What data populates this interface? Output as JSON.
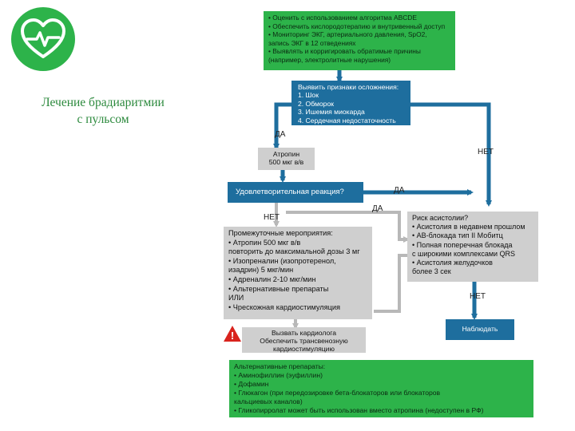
{
  "slide": {
    "title": "Лечение брадиаритмии\nс пульсом"
  },
  "flowchart": {
    "assess": "• Оценить с использованием алгоритма ABCDE\n• Обеспечить кислородотерапию и внутривенный доступ\n• Мониторинг ЭКГ, артериального давления, SpO2,\n  запись ЭКГ в 12 отведениях\n• Выявлять и корригировать обратимые причины\n  (например, электролитные нарушения)",
    "adverse": "Выявить признаки осложнения:\n1. Шок\n2. Обморок\n3. Ишемия миокарда\n4. Сердечная недостаточность",
    "atropine": "Атропин\n500 мкг в/в",
    "satisfactory": "Удовлетворительная реакция?",
    "interim": "Промежуточные мероприятия:\n• Атропин 500 мкг в/в\nповторить до максимальной дозы 3 мг\n• Изопреналин (изопротеренол,\nизадрин) 5 мкг/мин\n• Адреналин 2-10 мкг/мин\n• Альтернативные препараты\n                  ИЛИ\n• Чрескожная кардиостимуляция",
    "asystole_risk": "Риск асистолии?\n• Асистолия в недавнем прошлом\n• АВ-блокада тип II Мобитц\n• Полная поперечная блокада\n  с широкими комплексами QRS\n• Асистолия желудочков\n  более 3 сек",
    "expert": "Вызвать кардиолога\nОбеспечить трансвенозную\nкардиостимуляцию",
    "observe": "Наблюдать",
    "alternatives": "Альтернативные препараты:\n• Аминофиллин (эуфиллин)\n• Дофамин\n• Глюкагон (при передозировке бета-блокаторов или блокаторов\n  кальциевых каналов)\n• Гликопирролат может быть использован вместо атропина (недоступен в РФ)",
    "labels": {
      "yes": "ДА",
      "no": "НЕТ"
    },
    "warning_glyph": "!"
  },
  "colors": {
    "green": "#2db34a",
    "blue": "#1e6e9e",
    "gray": "#cfcfcf",
    "title": "#2d8a3e",
    "warning": "#d9231d",
    "arrow_gray": "#b8b8b8"
  },
  "icons": [
    "heart-pulse-icon",
    "warning-triangle-icon"
  ]
}
